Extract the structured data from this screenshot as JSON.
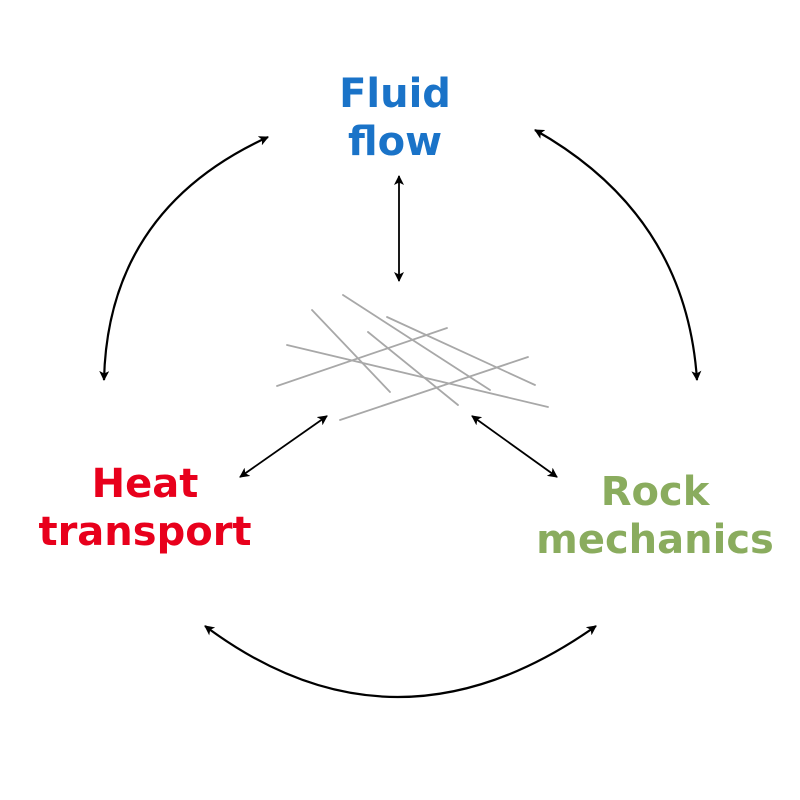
{
  "nodes": {
    "fluid_flow": {
      "line1": "Fluid",
      "line2": "flow",
      "color": "#1a73c8"
    },
    "heat_transport": {
      "line1": "Heat",
      "line2": "transport",
      "color": "#e8001c"
    },
    "rock_mechanics": {
      "line1": "Rock",
      "line2": "mechanics",
      "color": "#8aac5e"
    }
  },
  "arrow_color": "#000000",
  "fracture_color": "#a8a8a8"
}
